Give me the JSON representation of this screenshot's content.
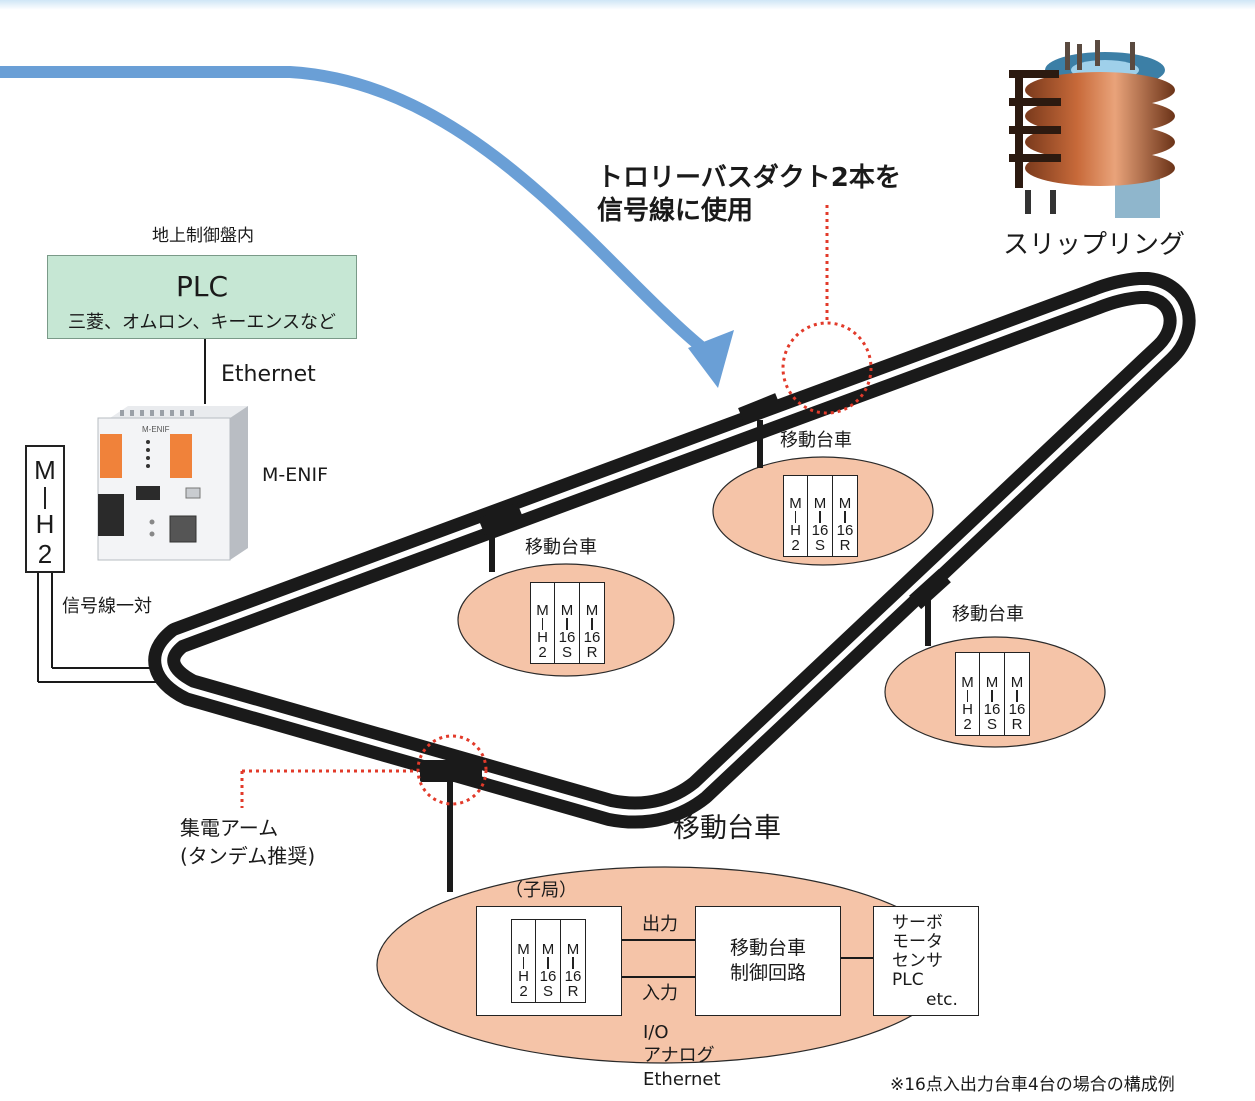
{
  "trolley_note": {
    "line1": "トロリーバスダクト2本を",
    "line2": "信号線に使用"
  },
  "slip_ring": {
    "label": "スリップリング"
  },
  "panel": {
    "header": "地上制御盤内",
    "plc": "PLC",
    "makers": "三菱、オムロン、キーエンスなど",
    "link": "Ethernet",
    "adapter": "M-ENIF",
    "adapter_front": "M-ENIF",
    "mh2": [
      "M",
      "H",
      "2"
    ],
    "signal_pair": "信号線一対"
  },
  "cart_label": "移動台車",
  "modules": {
    "mh2": {
      "top": "M",
      "bottom1": "H",
      "bottom2": "2"
    },
    "m16s": {
      "top": "M",
      "bottom1": "16",
      "bottom2": "S"
    },
    "m16r": {
      "top": "M",
      "bottom1": "16",
      "bottom2": "R"
    }
  },
  "collector": {
    "line1": "集電アーム",
    "line2": "(タンデム推奨)"
  },
  "main_cart": {
    "title": "移動台車",
    "slave": "（子局）",
    "output": "出力",
    "input": "入力",
    "controller_line1": "移動台車",
    "controller_line2": "制御回路",
    "devices": [
      "サーボ",
      "モータ",
      "センサ",
      "PLC",
      "etc."
    ],
    "signal_types": [
      "I/O",
      "アナログ",
      "Ethernet"
    ]
  },
  "footnote": "※16点入出力台車4台の場合の構成例",
  "colors": {
    "cart_ellipse": "#f5c4a8",
    "plc_box": "#c6e7d4",
    "arrow": "#6a9fd6",
    "dotted": "#e23a2a",
    "rail": "#1a1a1a"
  }
}
